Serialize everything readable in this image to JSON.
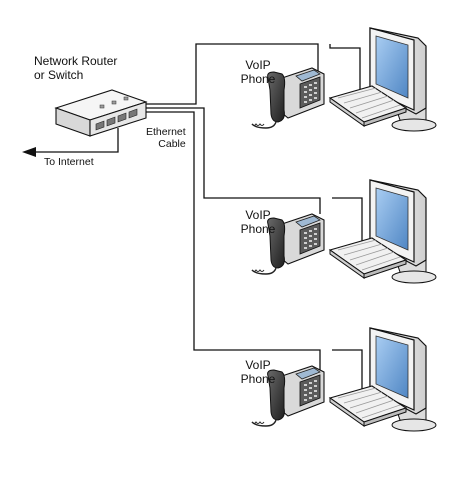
{
  "router": {
    "label_line1": "Network Router",
    "label_line2": "or Switch"
  },
  "internet": {
    "label": "To Internet"
  },
  "cable": {
    "label_line1": "Ethernet",
    "label_line2": "Cable"
  },
  "stations": [
    {
      "phone_label_line1": "VoIP",
      "phone_label_line2": "Phone"
    },
    {
      "phone_label_line1": "VoIP",
      "phone_label_line2": "Phone"
    },
    {
      "phone_label_line1": "VoIP",
      "phone_label_line2": "Phone"
    }
  ],
  "colors": {
    "line": "#111111",
    "screen": "#6d9fd6",
    "device_body": "#ececec",
    "phone_dark": "#3a3a3a"
  }
}
